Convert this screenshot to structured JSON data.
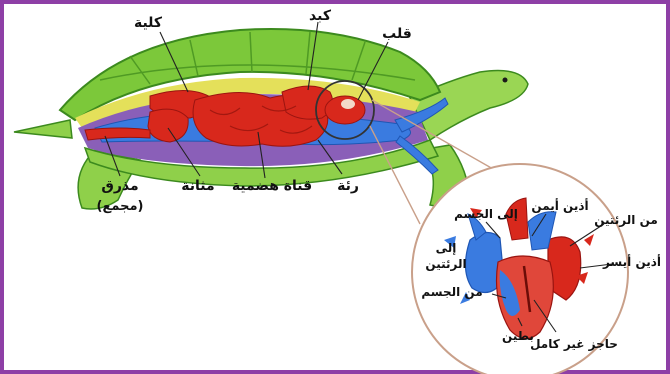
{
  "colors": {
    "frame": "#8e3fa6",
    "shell": "#7cc83a",
    "shell_dark": "#3c8a1e",
    "organ_red": "#d8281c",
    "vessel_blue": "#2d6fd6",
    "leader": "#222222"
  },
  "labels": {
    "kidney": "كلية",
    "liver": "كبد",
    "heart": "قلب",
    "cloaca": "مذرق",
    "cloaca_sub": "(مجمع)",
    "bladder": "مثانة",
    "digestive_tract": "قناة هضمية",
    "lung": "رئة"
  },
  "heart_labels": {
    "right_atrium": "أذين أيمن",
    "to_body": "إلى الجسم",
    "to_lungs_1": "إلى",
    "to_lungs_2": "الرئتين",
    "from_lungs": "من الرئتين",
    "left_atrium": "أذين أيسر",
    "from_body": "من الجسم",
    "ventricle": "بطين",
    "partial_septum": "حاجز غير كامل"
  }
}
